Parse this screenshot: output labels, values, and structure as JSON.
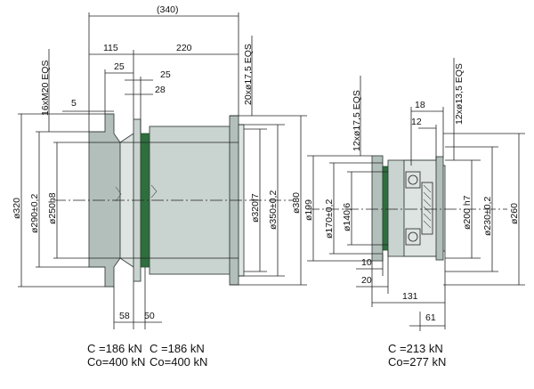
{
  "left_view": {
    "dimensions": {
      "overall": "(340)",
      "flange_length": "115",
      "body_length": "220",
      "d25a": "25",
      "d25b": "25",
      "d28": "28",
      "d5": "5",
      "d58": "58",
      "d50": "50",
      "bolt_left": "16xM20 EQS",
      "bolt_right": "20xø17,5 EQS",
      "dia_320": "ø320",
      "dia_290": "ø290±0,2",
      "dia_250": "ø250h8",
      "dia_320f7": "ø320f7",
      "dia_350": "ø350±0,2",
      "dia_380": "ø380"
    },
    "ratings": [
      {
        "c": "C  =186  kN",
        "co": "Co=400  kN"
      },
      {
        "c": "C  =186  kN",
        "co": "Co=400  kN"
      }
    ]
  },
  "right_view": {
    "dimensions": {
      "d18": "18",
      "d12": "12",
      "bolt_left": "12xø17,5 EQS",
      "bolt_right": "12xø13,5 EQS",
      "dia_199": "ø199",
      "dia_170": "ø170±0,2",
      "dia_140": "ø140j6",
      "dia_200": "ø200 h7",
      "dia_230": "ø230±0,2",
      "dia_260": "ø260",
      "d10": "10",
      "d20": "20",
      "d131": "131",
      "d61": "61"
    },
    "rating": {
      "c": "C  =213  kN",
      "co": "Co=277  kN"
    }
  }
}
